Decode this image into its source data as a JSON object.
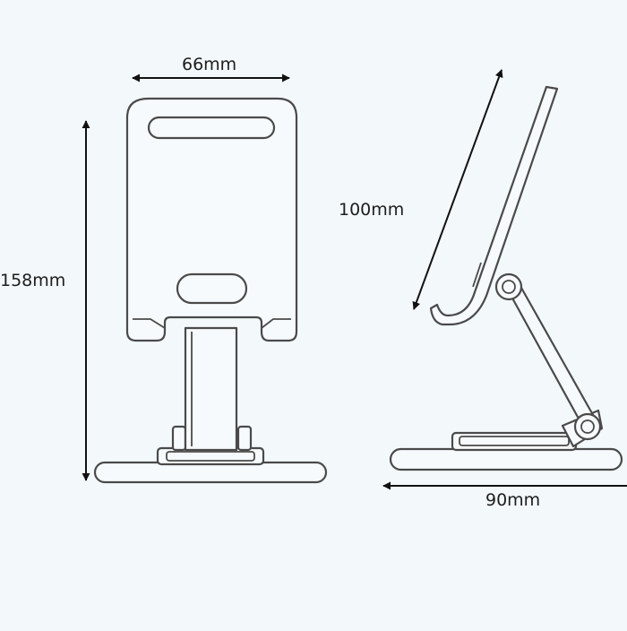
{
  "diagram": {
    "dimensions": {
      "width": {
        "text": "66mm"
      },
      "height": {
        "text": "158mm"
      },
      "arm": {
        "text": "100mm"
      },
      "depth": {
        "text": "90mm"
      }
    },
    "colors": {
      "background": "#f3f8fb",
      "outline": "#4a4a4a",
      "dimension_line": "#111111"
    }
  }
}
